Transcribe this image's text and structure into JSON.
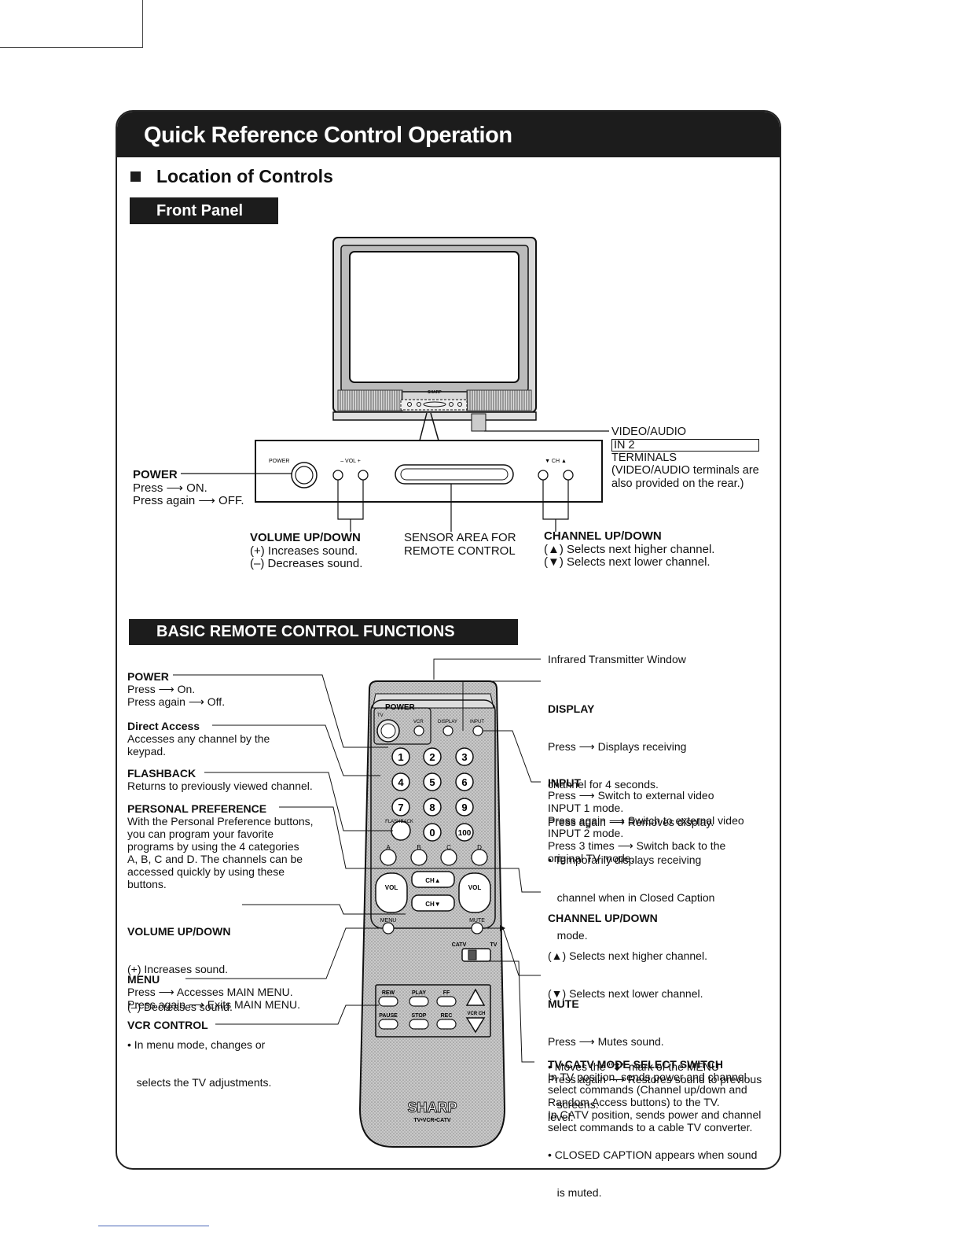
{
  "page": {
    "title": "Quick Reference Control Operation",
    "section_heading": "Location of Controls",
    "front_panel_band": "Front Panel",
    "remote_band": "BASIC REMOTE CONTROL FUNCTIONS"
  },
  "front_panel": {
    "tv_brand": "SHARP",
    "panel_labels": {
      "power": "POWER",
      "vol": "– VOL +",
      "ch": "▼ CH ▲"
    },
    "power": {
      "title": "POWER",
      "line1": "Press ⟶ ON.",
      "line2": "Press again ⟶ OFF."
    },
    "video_audio": {
      "title_prefix": "VIDEO/AUDIO",
      "title_box": "IN 2",
      "line1": "TERMINALS",
      "line2": "(VIDEO/AUDIO terminals are",
      "line3": "also provided on the rear.)"
    },
    "volume": {
      "title": "VOLUME UP/DOWN",
      "line1": "(+) Increases sound.",
      "line2": "(–) Decreases sound."
    },
    "sensor": {
      "line1": "SENSOR AREA FOR",
      "line2": "REMOTE CONTROL"
    },
    "channel": {
      "title": "CHANNEL UP/DOWN",
      "line1": "(▲) Selects next higher channel.",
      "line2": "(▼) Selects next lower channel."
    }
  },
  "remote": {
    "labels": {
      "power": "POWER",
      "tv": "TV",
      "vcr": "VCR",
      "display": "DISPLAY",
      "input": "INPUT",
      "flashback": "FLASHBACK",
      "keys": [
        "1",
        "2",
        "3",
        "4",
        "5",
        "6",
        "7",
        "8",
        "9",
        "0",
        "100"
      ],
      "pref": [
        "A",
        "B",
        "C",
        "D"
      ],
      "ch_up": "CH▲",
      "ch_down": "CH▼",
      "vol": "VOL",
      "menu": "MENU",
      "mute": "MUTE",
      "catv": "CATV",
      "tv_switch": "TV",
      "rew": "REW",
      "play": "PLAY",
      "ff": "FF",
      "pause": "PAUSE",
      "stop": "STOP",
      "rec": "REC",
      "vcr_ch": "VCR CH",
      "brand": "SHARP",
      "model_line": "TV•VCR•CATV"
    },
    "left": {
      "power": {
        "title": "POWER",
        "lines": [
          "Press ⟶ On.",
          "Press again ⟶ Off."
        ]
      },
      "direct": {
        "title": "Direct Access",
        "lines": [
          "Accesses any channel by the",
          "keypad."
        ]
      },
      "flashback": {
        "title": "FLASHBACK",
        "lines": [
          "Returns to previously viewed channel."
        ]
      },
      "pref": {
        "title": "PERSONAL PREFERENCE",
        "lines": [
          "With the Personal Preference buttons,",
          "you can program your favorite",
          "programs by using the 4 categories",
          "A, B, C and D. The channels can be",
          "accessed quickly by using these",
          "buttons."
        ]
      },
      "volume": {
        "title": "VOLUME UP/DOWN",
        "lines": [
          "(+) Increases sound.",
          "(–) Decreases sound.",
          "• In menu mode, changes or",
          "   selects the TV adjustments."
        ]
      },
      "menu": {
        "title": "MENU",
        "lines": [
          "Press ⟶ Accesses MAIN MENU.",
          "Press again ⟶ Exits MAIN MENU."
        ]
      },
      "vcr": {
        "title": "VCR CONTROL"
      }
    },
    "right": {
      "infrared": "Infrared Transmitter Window",
      "display": {
        "title": "DISPLAY",
        "lines": [
          "Press ⟶ Displays receiving",
          "channel for 4 seconds.",
          "Press again ⟶ Removes display.",
          "• Temporarily displays receiving",
          "   channel when in Closed Caption",
          "   mode."
        ]
      },
      "input": {
        "title": "INPUT",
        "lines": [
          "Press ⟶ Switch to external video",
          "INPUT 1 mode.",
          "Press again ⟶ Switch to external video",
          "INPUT 2 mode.",
          "Press 3 times ⟶ Switch back to the",
          "original TV mode."
        ]
      },
      "channel": {
        "title": "CHANNEL UP/DOWN",
        "lines": [
          "(▲) Selects next higher channel.",
          "(▼) Selects next lower channel.",
          "",
          "• Moves the \"⬍\" mark of the MENU",
          "   screens."
        ]
      },
      "mute": {
        "title": "MUTE",
        "lines": [
          "Press ⟶ Mutes sound.",
          "Press again ⟶ Restores sound to previous",
          "level.",
          "• CLOSED CAPTION appears when sound",
          "   is muted."
        ]
      },
      "switch": {
        "title": "TV-CATV MODE SELECT SWITCH",
        "lines": [
          "In TV position, sends power and channel",
          "select commands (Channel up/down and",
          "Random Access buttons) to the TV.",
          "In CATV position, sends power and channel",
          "select commands to a cable TV converter."
        ]
      }
    }
  }
}
